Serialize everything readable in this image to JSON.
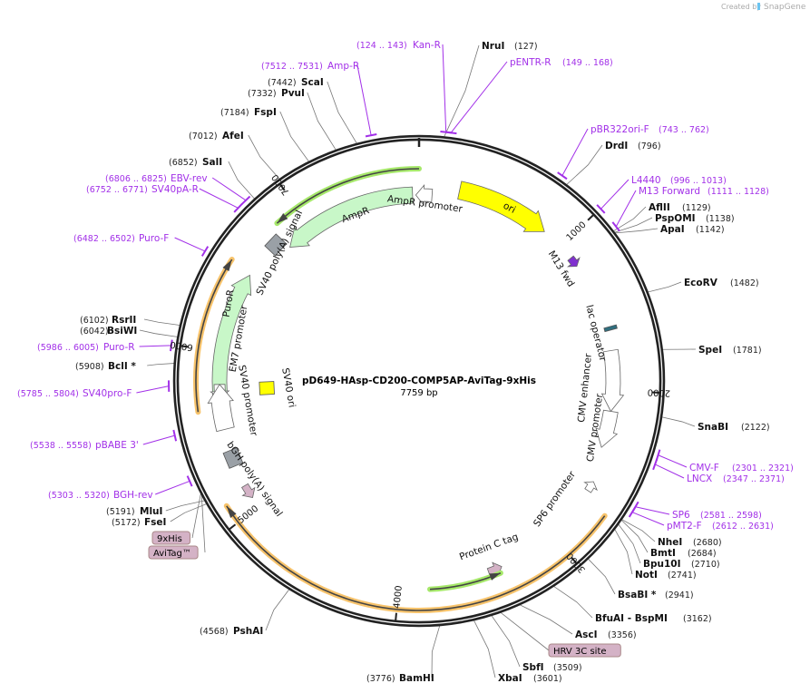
{
  "credit": {
    "created_by": "Created by",
    "brand": "SnapGene"
  },
  "plasmid": {
    "name": "pD649-HAsp-CD200-COMP5AP-AviTag-9xHis",
    "length_label": "7759 bp",
    "length_bp": 7759
  },
  "ticks": [
    "1000",
    "2000",
    "3000",
    "4000",
    "5000",
    "6000",
    "7000"
  ],
  "sites": [
    {
      "name": "NruI",
      "pos": "(127)"
    },
    {
      "name": "DrdI",
      "pos": "(796)"
    },
    {
      "name": "AflII",
      "pos": "(1129)"
    },
    {
      "name": "PspOMI",
      "pos": "(1138)"
    },
    {
      "name": "ApaI",
      "pos": "(1142)"
    },
    {
      "name": "EcoRV",
      "pos": "(1482)"
    },
    {
      "name": "SpeI",
      "pos": "(1781)"
    },
    {
      "name": "SnaBI",
      "pos": "(2122)"
    },
    {
      "name": "NheI",
      "pos": "(2680)"
    },
    {
      "name": "BmtI",
      "pos": "(2684)"
    },
    {
      "name": "Bpu10I",
      "pos": "(2710)"
    },
    {
      "name": "NotI",
      "pos": "(2741)"
    },
    {
      "name": "BsaBI *",
      "pos": "(2941)"
    },
    {
      "name": "BfuAI  - BspMI",
      "pos": "(3162)"
    },
    {
      "name": "AscI",
      "pos": "(3356)"
    },
    {
      "name": "SbfI",
      "pos": "(3509)"
    },
    {
      "name": "XbaI",
      "pos": "(3601)"
    },
    {
      "name": "BamHI",
      "pos": "(3776)"
    },
    {
      "name": "PshAI",
      "pos": "(4568)"
    },
    {
      "name": "FseI",
      "pos": "(5172)"
    },
    {
      "name": "MluI",
      "pos": "(5191)"
    },
    {
      "name": "BclI *",
      "pos": "(5908)"
    },
    {
      "name": "BsiWI",
      "pos": "(6042)"
    },
    {
      "name": "RsrII",
      "pos": "(6102)"
    },
    {
      "name": "SalI",
      "pos": "(6852)"
    },
    {
      "name": "AfeI",
      "pos": "(7012)"
    },
    {
      "name": "FspI",
      "pos": "(7184)"
    },
    {
      "name": "PvuI",
      "pos": "(7332)"
    },
    {
      "name": "ScaI",
      "pos": "(7442)"
    }
  ],
  "primers": [
    {
      "name": "Kan-R",
      "range": "(124 .. 143)"
    },
    {
      "name": "pENTR-R",
      "range": "(149 .. 168)"
    },
    {
      "name": "pBR322ori-F",
      "range": "(743 .. 762)"
    },
    {
      "name": "L4440",
      "range": "(996 .. 1013)"
    },
    {
      "name": "M13 Forward",
      "range": "(1111 .. 1128)"
    },
    {
      "name": "CMV-F",
      "range": "(2301 .. 2321)"
    },
    {
      "name": "LNCX",
      "range": "(2347 .. 2371)"
    },
    {
      "name": "SP6",
      "range": "(2581 .. 2598)"
    },
    {
      "name": "pMT2-F",
      "range": "(2612 .. 2631)"
    },
    {
      "name": "BGH-rev",
      "range": "(5303 .. 5320)"
    },
    {
      "name": "pBABE 3'",
      "range": "(5538 .. 5558)"
    },
    {
      "name": "SV40pro-F",
      "range": "(5785 .. 5804)"
    },
    {
      "name": "Puro-R",
      "range": "(5986 .. 6005)"
    },
    {
      "name": "Puro-F",
      "range": "(6482 .. 6502)"
    },
    {
      "name": "SV40pA-R",
      "range": "(6752 .. 6771)"
    },
    {
      "name": "EBV-rev",
      "range": "(6806 .. 6825)"
    },
    {
      "name": "Amp-R",
      "range": "(7512 .. 7531)"
    }
  ],
  "boxed_features": [
    "HRV 3C site",
    "9xHis",
    "AviTag™"
  ],
  "features": [
    "ori",
    "AmpR",
    "AmpR promoter",
    "SV40 poly(A) signal",
    "PuroR",
    "EM7 promoter",
    "SV40 promoter",
    "SV40 ori",
    "bGH poly(A) signal",
    "Protein C tag",
    "SP6 promoter",
    "CMV promoter",
    "CMV enhancer",
    "lac operator",
    "M13 fwd"
  ],
  "colors": {
    "backbone": "#222222",
    "primer": "#a230e8",
    "ori": "#ffff00",
    "marker": "#c8f7c8",
    "highlight_green": "#a6e86a",
    "highlight_orange": "#f7c36b",
    "tag": "#d4b2c6",
    "polyA": "#9aa0a6",
    "lac_operator": "#2f6f7f"
  }
}
